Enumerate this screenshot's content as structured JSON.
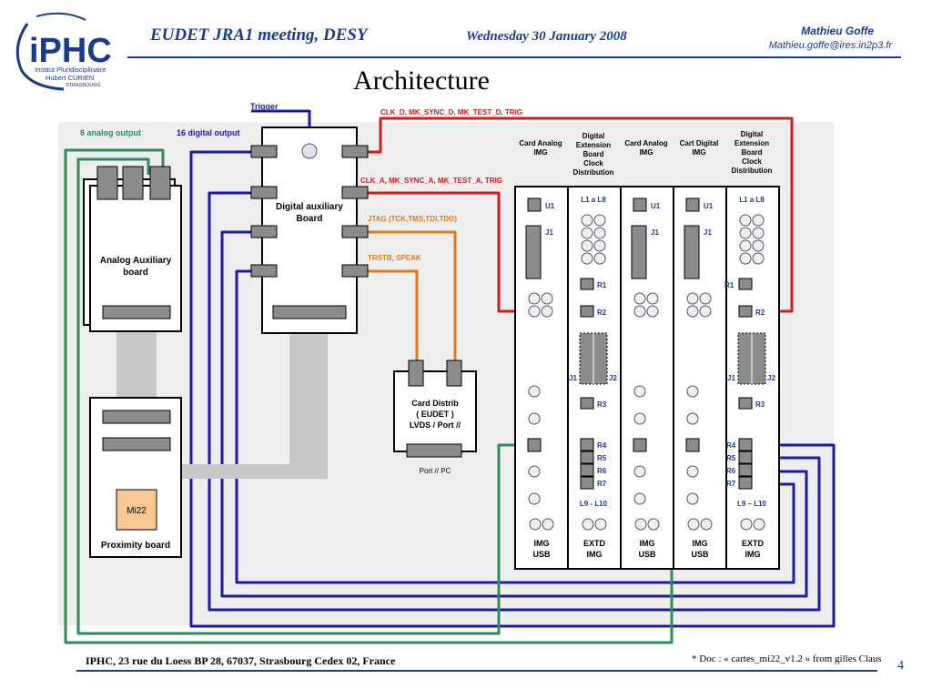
{
  "header": {
    "meeting": "EUDET JRA1 meeting, DESY",
    "date": "Wednesday 30 January 2008",
    "author": "Mathieu Goffe",
    "email": "Mathieu.goffe@ires.in2p3.fr"
  },
  "logo": {
    "name": "iPHC",
    "line1": "Institut Pluridisciplinaire",
    "line2": "Hubert CURIEN",
    "line3": "STRASBOURG"
  },
  "title": "Architecture",
  "diagram": {
    "signals": {
      "trigger": "Trigger",
      "analog_output": "8 analog output",
      "digital_output": "16 digital output",
      "clk_d": "CLK_D, MK_SYNC_D, MK_TEST_D, TRIG",
      "clk_a": "CLK_A, MK_SYNC_A, MK_TEST_A, TRIG",
      "jtag": "JTAG (TCK,TMS,TDI,TDO)",
      "trstb": "TRSTB, SPEAK"
    },
    "boards": {
      "digital_aux_1": "Digital auxiliary",
      "digital_aux_2": "Board",
      "analog_aux_1": "Analog Auxiliary",
      "analog_aux_2": "board",
      "proximity": "Proximity board",
      "mi22": "Mi22",
      "card_distrib_1": "Card Distrib",
      "card_distrib_2": "( EUDET )",
      "card_distrib_3": "LVDS / Port //",
      "port_pc": "Port // PC"
    },
    "columns": {
      "col1": [
        "Card Analog",
        "IMG"
      ],
      "col2": [
        "Digital",
        "Extension",
        "Board",
        "Clock",
        "Distribution"
      ],
      "col3": [
        "Card Analog",
        "IMG"
      ],
      "col4": [
        "Cart Digital",
        "IMG"
      ],
      "col5": [
        "Digital",
        "Extension",
        "Board",
        "Clock",
        "Distribution"
      ]
    },
    "labels": {
      "u1": "U1",
      "j1": "J1",
      "j2": "J2",
      "l1_l8": "L1 a L8",
      "l9_l10_a": "L9 - L10",
      "l9_l10_b": "L9 – L10",
      "r1": "R1",
      "r2": "R2",
      "r3": "R3",
      "r4": "R4",
      "r5": "R5",
      "r6": "R6",
      "r7": "R7",
      "img": "IMG",
      "usb": "USB",
      "extd": "EXTD"
    }
  },
  "footer": {
    "address": "IPHC, 23 rue du Loess BP 28, 67037, Strasbourg Cedex 02, France",
    "doc_note": "* Doc : « cartes_mi22_v1.2 » from gilles Claus",
    "page": "4"
  },
  "colors": {
    "blue_wire": "#1a1aa8",
    "red_wire": "#d41a1a",
    "green_wire": "#2e8b57",
    "orange_wire": "#e07b1a",
    "gray_connector": "#8c8c8c",
    "title_blue": "#1a3a8f"
  }
}
